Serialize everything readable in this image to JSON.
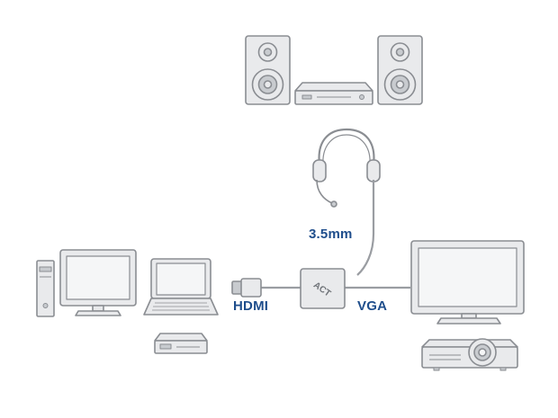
{
  "labels": {
    "audio": "3.5mm",
    "hdmi": "HDMI",
    "vga": "VGA",
    "adapter_logo": "ACT"
  },
  "colors": {
    "device_fill": "#e9eaec",
    "device_dark": "#c8cbcf",
    "outline": "#8a8d92",
    "cable": "#9a9da2",
    "label": "#1f4e8c"
  },
  "icons": [
    "speaker-icon",
    "audio-receiver-icon",
    "headset-icon",
    "desktop-pc-icon",
    "laptop-icon",
    "media-player-icon",
    "adapter-icon",
    "hdmi-plug-icon",
    "monitor-icon",
    "projector-icon"
  ]
}
